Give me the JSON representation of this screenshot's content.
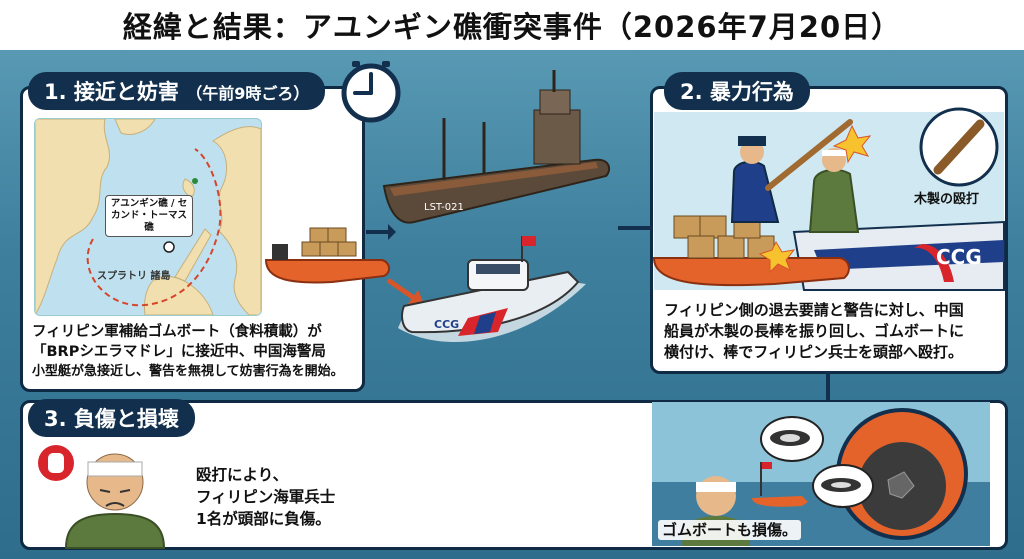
{
  "title": "経緯と結果：アユンギン礁衝突事件（2026年7月20日）",
  "step1": {
    "label": "1. 接近と妨害",
    "time": "（午前9時ごろ）",
    "map_reef": "アユンギン礁 / セカンド・トーマス礁",
    "map_islands": "スプラトリ 諸島",
    "caption_lines": [
      "フィリピン軍補給ゴムボート（食料積載）が",
      "「BRPシエラマドレ」に接近中、中国海警局",
      "小型艇が急接近し、警告を無視して妨害行為を開始。"
    ]
  },
  "ship_label": "LST-021",
  "ccg_boat_label": "CCG",
  "step2": {
    "label": "2. 暴力行為",
    "inset_label": "木製の殴打",
    "hull_label": "CCG",
    "caption_lines": [
      "フィリピン側の退去要請と警告に対し、中国",
      "船員が木製の長棒を振り回し、ゴムボートに",
      "横付け、棒でフィリピン兵士を頭部へ殴打。"
    ]
  },
  "step3": {
    "label": "3. 負傷と損壊",
    "caption_lines": [
      "殴打により、",
      "フィリピン海軍兵士",
      "1名が頭部に負傷。"
    ],
    "damage_caption": "ゴムボートも損傷。"
  },
  "icons": [
    "clock-icon",
    "stop-hand-icon",
    "arrow-icon"
  ],
  "colors": {
    "navy": "#12304d",
    "sea": "#3d7f9d",
    "boat_orange": "#e3632a",
    "ccg_red": "#d8252b"
  }
}
